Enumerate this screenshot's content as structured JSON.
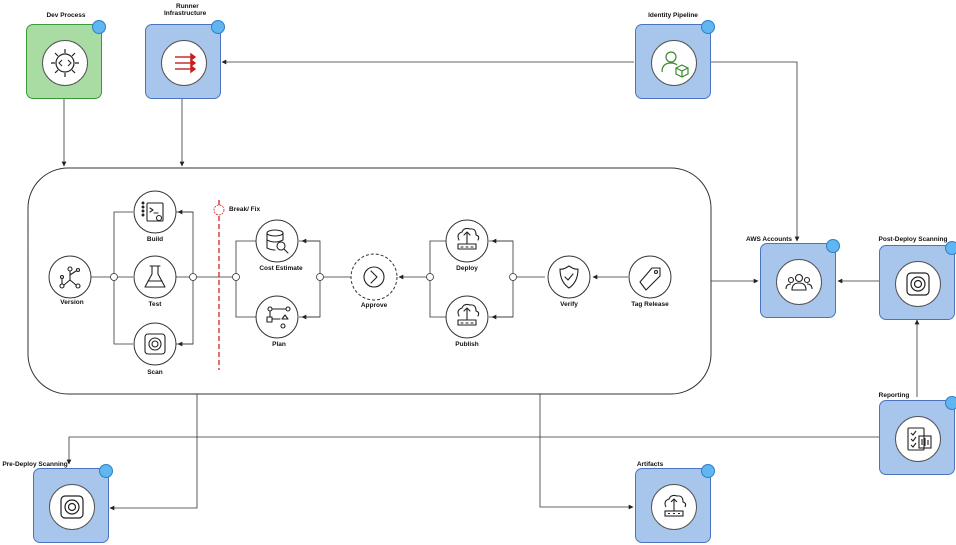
{
  "nodes": {
    "dev_process": "Dev Process",
    "runner_infrastructure": [
      "Runner",
      "Infrastructure"
    ],
    "identity_pipeline": "Identity Pipeline",
    "aws_accounts": "AWS Accounts",
    "post_deploy_scanning": "Post-Deploy Scanning",
    "reporting": "Reporting",
    "pre_deploy_scanning": "Pre-Deploy Scanning",
    "artifacts": "Artifacts"
  },
  "pipeline": {
    "version": "Version",
    "build": "Build",
    "test": "Test",
    "scan": "Scan",
    "break_fix": "Break/ Fix",
    "cost_estimate": "Cost Estimate",
    "plan": "Plan",
    "approve": "Approve",
    "deploy": "Deploy",
    "publish": "Publish",
    "verify": "Verify",
    "tag_release": "Tag Release"
  },
  "colors": {
    "tile_blue": "#a8c5ec",
    "tile_blue_border": "#4a74c2",
    "tile_green": "#a8dca2",
    "tile_green_border": "#3a9a3a",
    "break_line": "#d42020",
    "connector": "#222222"
  },
  "icons": {
    "dev_process": "gear-code-icon",
    "runner_infrastructure": "red-arrows-icon",
    "identity_pipeline": "user-box-icon",
    "aws_accounts": "users-group-icon",
    "post_deploy_scanning": "scanner-icon",
    "reporting": "report-checklist-icon",
    "pre_deploy_scanning": "scanner-icon",
    "artifacts": "cloud-upload-icon"
  }
}
